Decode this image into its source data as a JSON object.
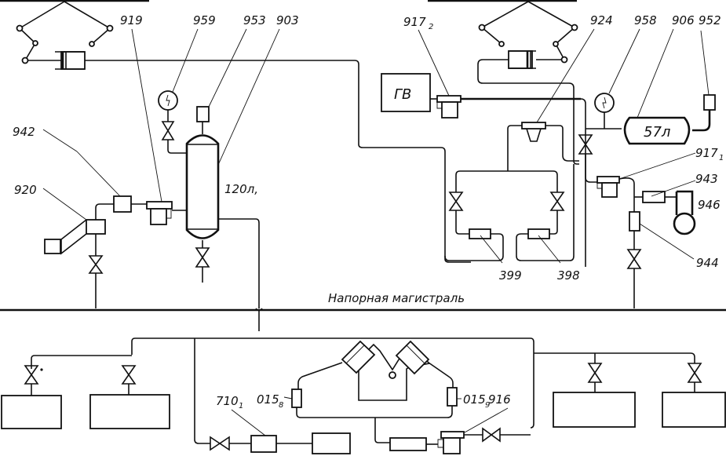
{
  "diagram": {
    "main_line_label": "Напорная магистраль",
    "components": {
      "c919": "919",
      "c959": "959",
      "c953": "953",
      "c903": "903",
      "c942": "942",
      "c920": "920",
      "c917_2": "917",
      "c917_2_sub": "2",
      "gv": "ГВ",
      "c924": "924",
      "c958": "958",
      "c906": "906",
      "c952": "952",
      "c917_1": "917",
      "c917_1_sub": "1",
      "c943": "943",
      "c946": "946",
      "c944": "944",
      "c399": "399",
      "c398": "398",
      "c710_1": "710",
      "c710_1_sub": "1",
      "c015_8": "015",
      "c015_8_sub": "8",
      "c015_9": "015",
      "c015_9_sub": "9",
      "c916": "916"
    },
    "tanks": {
      "large_volume": "120л,",
      "small_volume": "57л"
    }
  }
}
